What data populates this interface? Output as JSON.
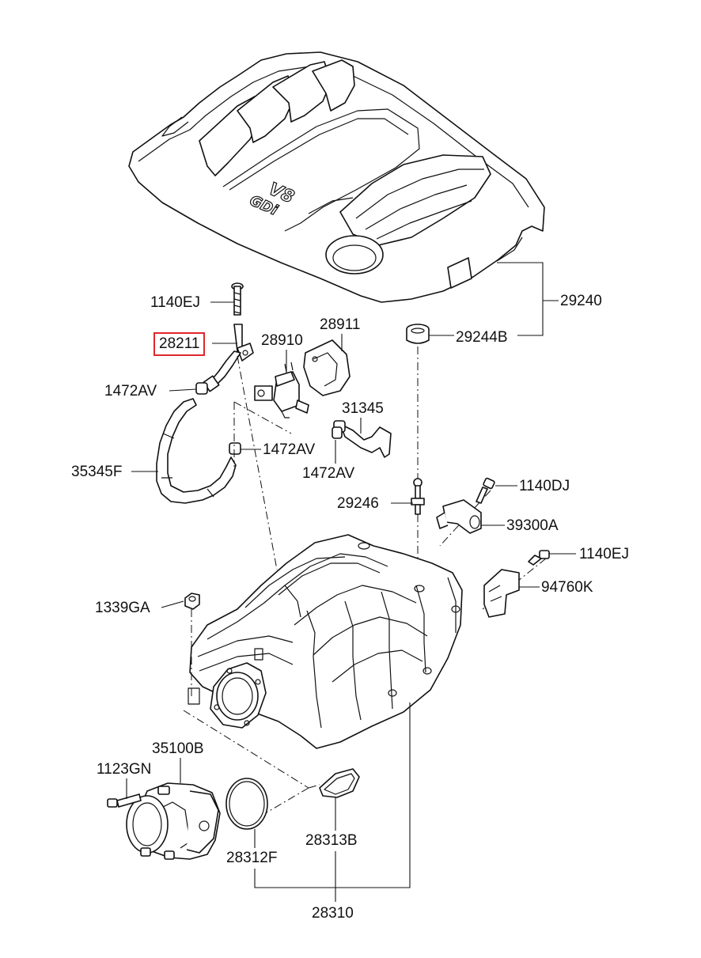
{
  "diagram": {
    "highlight_color": "#e0262c",
    "cover_logo": {
      "line1": "V8",
      "line2": "GDi"
    },
    "parts": [
      {
        "id": "p-29240",
        "number": "29240",
        "name": "engine-cover"
      },
      {
        "id": "p-1140EJ-a",
        "number": "1140EJ",
        "name": "bolt"
      },
      {
        "id": "p-28211",
        "number": "28211",
        "name": "tube-bracket",
        "highlighted": true
      },
      {
        "id": "p-28910",
        "number": "28910",
        "name": "purge-valve"
      },
      {
        "id": "p-28911",
        "number": "28911",
        "name": "bracket"
      },
      {
        "id": "p-29244B",
        "number": "29244B",
        "name": "grommet"
      },
      {
        "id": "p-1472AV-a",
        "number": "1472AV",
        "name": "hose-clamp"
      },
      {
        "id": "p-31345",
        "number": "31345",
        "name": "hose"
      },
      {
        "id": "p-1472AV-b",
        "number": "1472AV",
        "name": "hose-clamp"
      },
      {
        "id": "p-1472AV-c",
        "number": "1472AV",
        "name": "hose-clamp"
      },
      {
        "id": "p-35345F",
        "number": "35345F",
        "name": "vacuum-hose"
      },
      {
        "id": "p-1140DJ",
        "number": "1140DJ",
        "name": "bolt"
      },
      {
        "id": "p-29246",
        "number": "29246",
        "name": "stud"
      },
      {
        "id": "p-39300A",
        "number": "39300A",
        "name": "sensor"
      },
      {
        "id": "p-1140EJ-b",
        "number": "1140EJ",
        "name": "bolt"
      },
      {
        "id": "p-94760K",
        "number": "94760K",
        "name": "bracket"
      },
      {
        "id": "p-1339GA",
        "number": "1339GA",
        "name": "nut"
      },
      {
        "id": "p-35100B",
        "number": "35100B",
        "name": "throttle-body"
      },
      {
        "id": "p-1123GN",
        "number": "1123GN",
        "name": "bolt"
      },
      {
        "id": "p-28313B",
        "number": "28313B",
        "name": "gasket"
      },
      {
        "id": "p-28312F",
        "number": "28312F",
        "name": "o-ring"
      },
      {
        "id": "p-28310",
        "number": "28310",
        "name": "intake-manifold"
      }
    ]
  }
}
